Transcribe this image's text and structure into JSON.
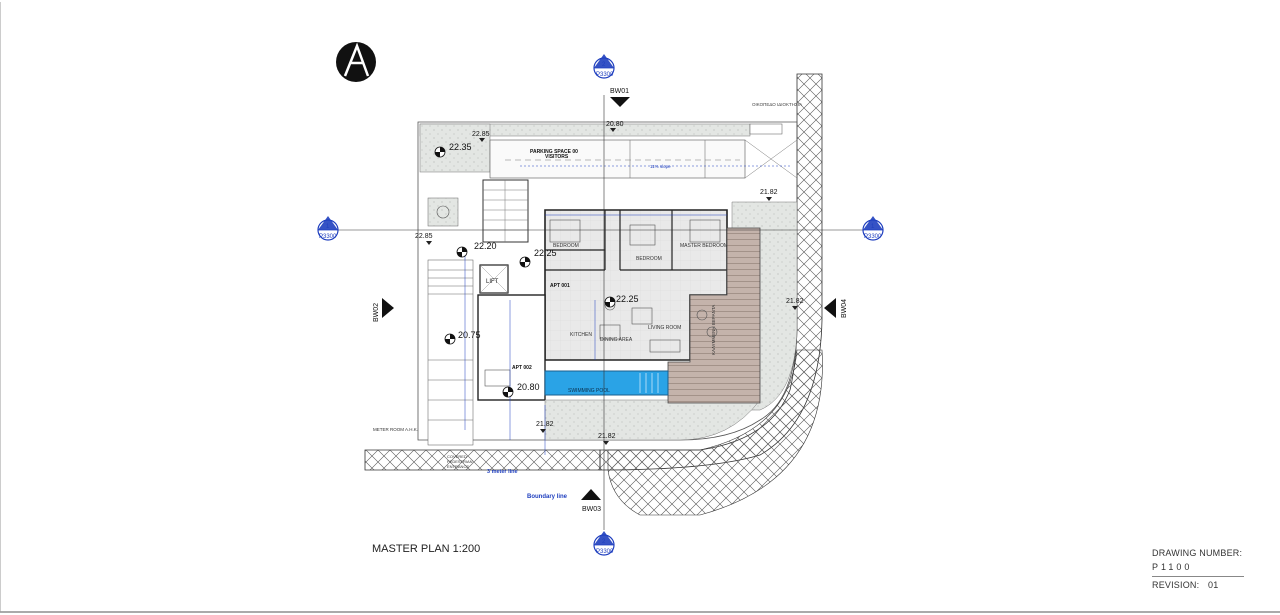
{
  "sheet": {
    "title": "MASTER PLAN 1:200",
    "drawing_number_label": "DRAWING NUMBER:",
    "drawing_number": "P1100",
    "revision_label": "REVISION:",
    "revision": "01"
  },
  "section_markers": {
    "top": {
      "num": "2",
      "ref": "P3300"
    },
    "bottom": {
      "num": "2",
      "ref": "P3300"
    },
    "left": {
      "num": "1",
      "ref": "P3300"
    },
    "right": {
      "num": "1",
      "ref": "P3300"
    }
  },
  "elevations": {
    "bw01": "BW01",
    "bw02": "BW02",
    "bw03": "BW03",
    "bw04": "BW04"
  },
  "levels": {
    "top_road": "20.80",
    "parking": "22.85",
    "parking_mark": "22.35",
    "left_mid": "22.85",
    "stair": "22.20",
    "apt001": "22.25",
    "living": "22.25",
    "right_top": "21.82",
    "right_mid": "21.82",
    "left_low": "20.75",
    "apt002": "20.80",
    "bottom_a": "21.82",
    "bottom_b": "21.82"
  },
  "rooms": {
    "parking": "PARKING SPACE 00\nVISITORS",
    "slope": "11% slope",
    "bedroom1": "BEDROOM",
    "bedroom2": "BEDROOM",
    "master": "MASTER BEDROOM",
    "apt001": "APT 001",
    "lift": "LIFT",
    "dining": "DINING AREA",
    "kitchen": "KITCHEN",
    "living": "LIVING ROOM",
    "apt002": "APT 002",
    "pool": "SWIMMING POOL",
    "deck": "ΚΑΛΥΜΜΕΝΗ ΒΕΡΑΝΤΑ",
    "meter": "METER ROOM A.H.K.",
    "pedestrian": "COVERED\nPEDESTRIAN\nENTRANCE",
    "setback": "3 meter line",
    "boundary": "Boundary line",
    "top_right": "ΟΙΚΟΠΕΔΟ ΙΔΙΟΚΤΗΣΙΑ"
  },
  "colors": {
    "line": "#333333",
    "blue": "#1f3fbf",
    "pool": "#2aa3e6",
    "deck": "#b8a8a0",
    "green": "#dfe3df"
  }
}
